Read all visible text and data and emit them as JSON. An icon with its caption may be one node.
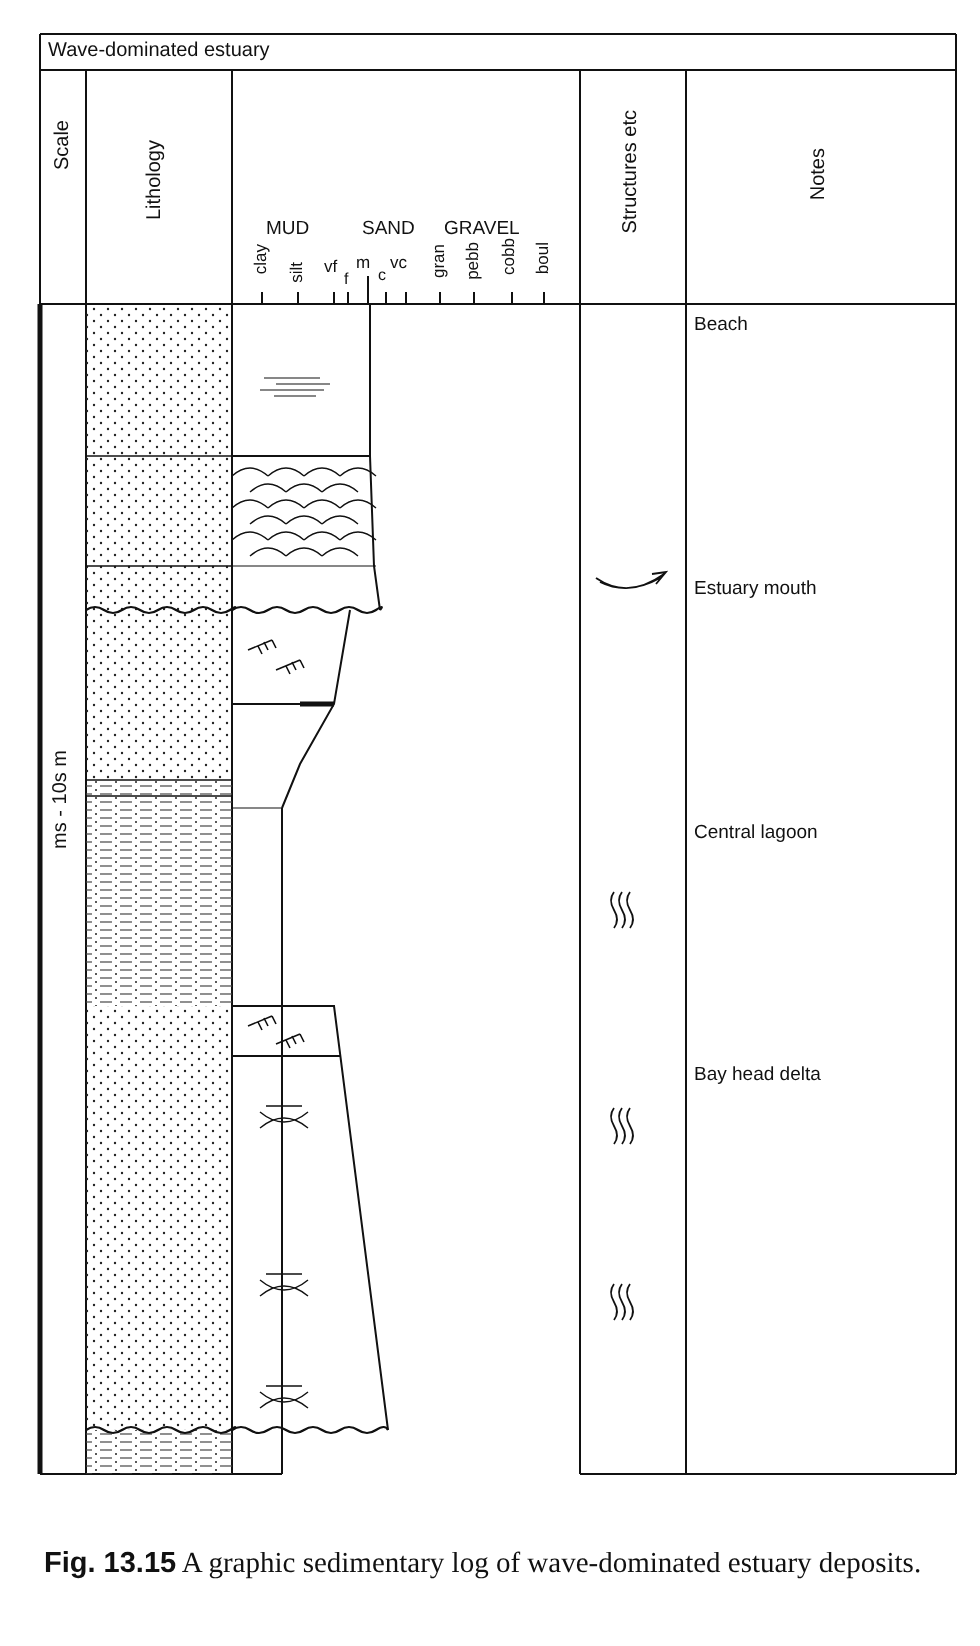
{
  "diagram": {
    "title": "Wave-dominated estuary",
    "caption": "**Fig. 13.15** A graphic sedimentary log of  wave-dominated estuary deposits.",
    "labels": [
      "Scale",
      "Lithology",
      "MUD",
      "SAND",
      "GRAVEL",
      "clay",
      "silt",
      "vf",
      "f",
      "m",
      "c",
      "vc",
      "gran",
      "pebb",
      "cobb",
      "boul",
      "Structures etc",
      "Notes",
      "ms - 10s m",
      "Beach",
      "Estuary mouth",
      "Central lagoon",
      "Bay head delta"
    ]
  }
}
